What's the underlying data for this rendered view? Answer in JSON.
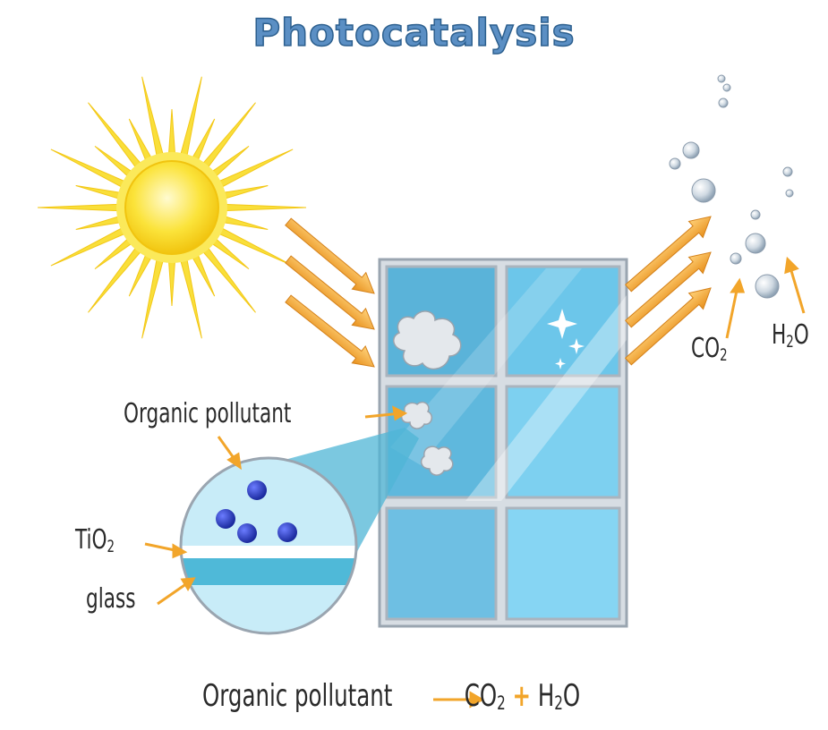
{
  "title": "Photocatalysis",
  "labels": {
    "organic_pollutant": "Organic pollutant",
    "tio2_base": "TiO",
    "tio2_sub": "2",
    "glass": "glass",
    "co2_base": "CO",
    "co2_sub": "2",
    "h2o_h": "H",
    "h2o_sub": "2",
    "h2o_o": "O"
  },
  "equation": {
    "reactant": "Organic pollutant",
    "product1_base": "CO",
    "product1_sub": "2",
    "plus": "+",
    "product2_h": "H",
    "product2_sub": "2",
    "product2_o": "O"
  },
  "colors": {
    "title": "#5b8fc4",
    "sun": "#f9d81e",
    "arrow": "#f2a52a",
    "glass_dark": "#5ab3d9",
    "glass_light": "#8fd6f2",
    "frame": "#c9cfd6",
    "particle": "#2d3fbf"
  }
}
